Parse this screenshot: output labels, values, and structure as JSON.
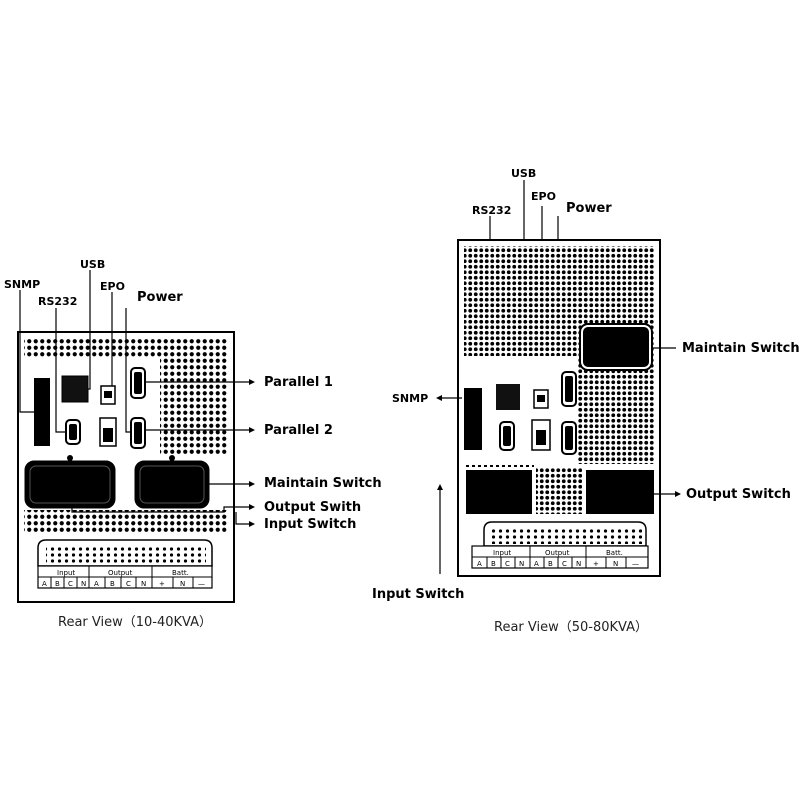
{
  "left": {
    "labels": {
      "snmp": "SNMP",
      "rs232": "RS232",
      "usb": "USB",
      "epo": "EPO",
      "power": "Power",
      "parallel1": "Parallel 1",
      "parallel2": "Parallel 2",
      "maintain": "Maintain Switch",
      "output": "Output Swith",
      "input": "Input Switch"
    },
    "caption": "Rear View（10-40KVA）"
  },
  "right": {
    "labels": {
      "usb": "USB",
      "rs232": "RS232",
      "epo": "EPO",
      "power": "Power",
      "snmp": "SNMP",
      "maintain": "Maintain Switch",
      "output": "Output Switch",
      "input": "Input Switch"
    },
    "caption": "Rear View（50-80KVA）"
  },
  "terminal": {
    "groups": [
      "Input",
      "Output",
      "Batt."
    ],
    "cells": [
      "A",
      "B",
      "C",
      "N",
      "A",
      "B",
      "C",
      "N",
      "+",
      "N",
      "—"
    ]
  }
}
